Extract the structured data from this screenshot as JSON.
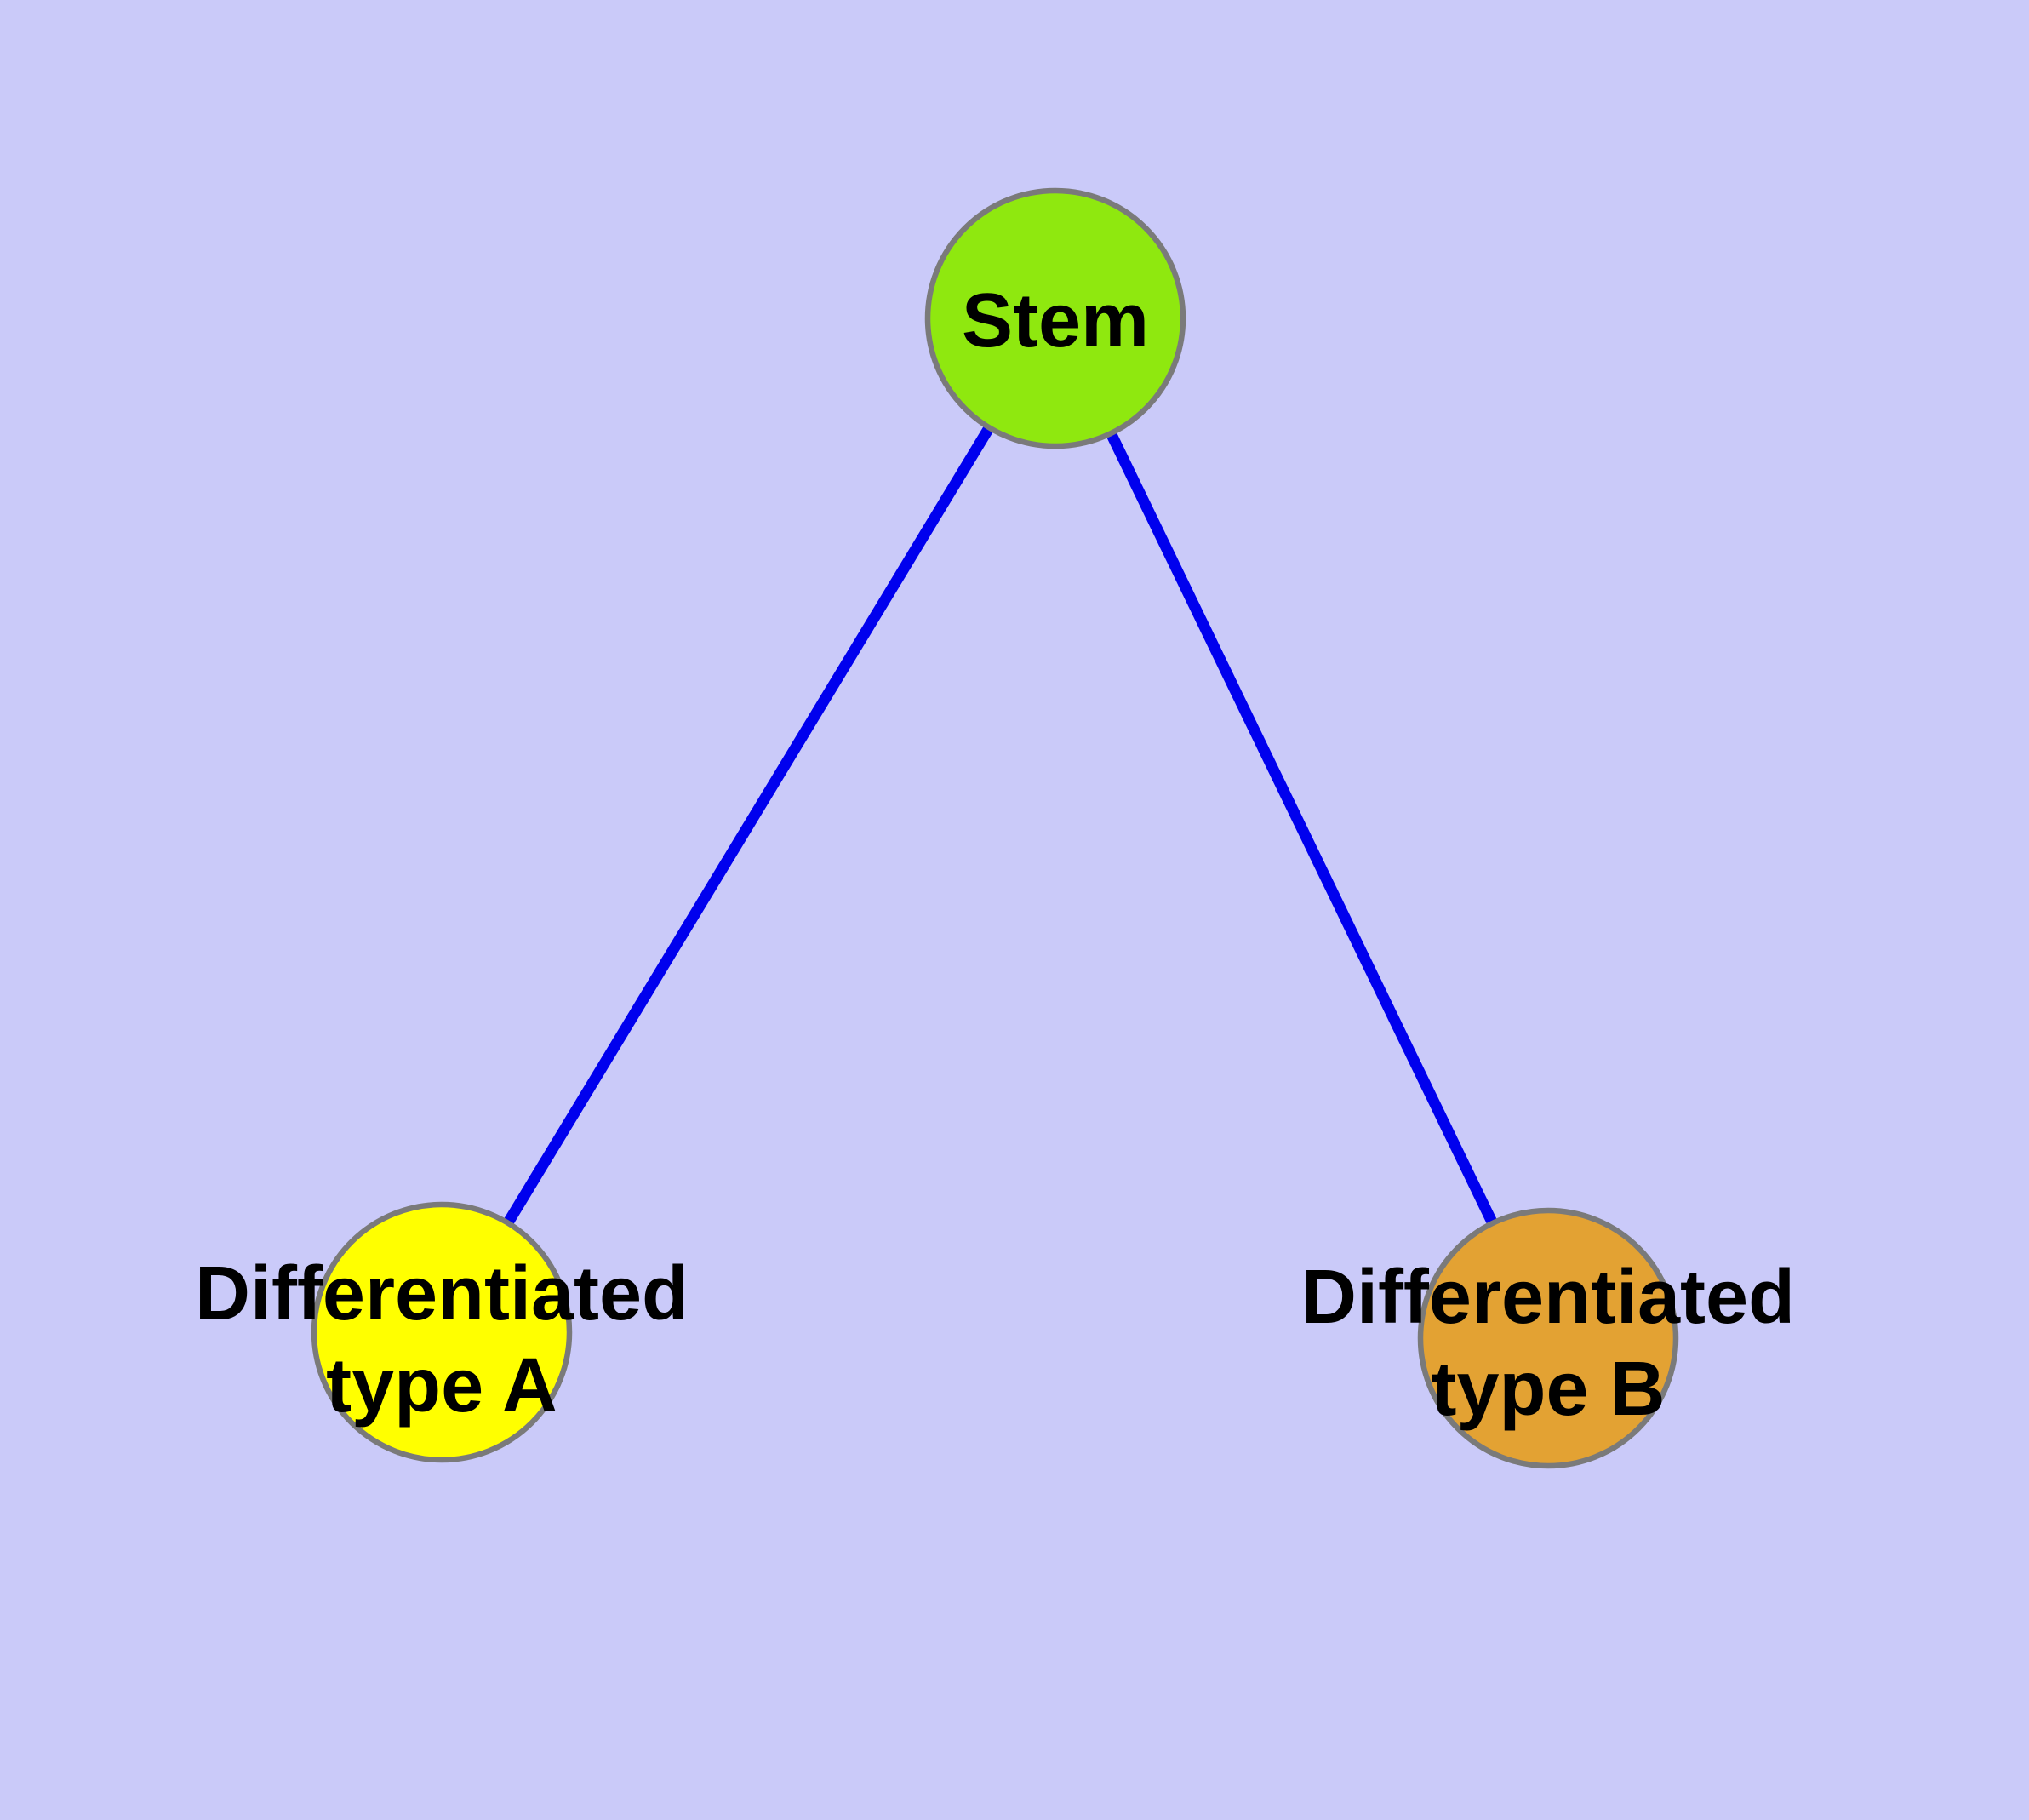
{
  "figure": {
    "type": "network-diagram",
    "description": "Graph of a stem cell node connected to two differentiated cell type nodes",
    "background_color": "#CACAF9",
    "node_border_color": "#7A7A7A",
    "label_color": "#000000",
    "nodes": [
      {
        "id": "stem",
        "label": "Stem",
        "label_line1": "Stem",
        "label_line2": "",
        "color": "#8FE80F"
      },
      {
        "id": "differentiated-type-a",
        "label": "Differentiated type A",
        "label_line1": "Differentiated",
        "label_line2": "type A",
        "color": "#FFFF00"
      },
      {
        "id": "differentiated-type-b",
        "label": "Differentiated type B",
        "label_line1": "Differentiated",
        "label_line2": "type B",
        "color": "#E3A233"
      }
    ],
    "edges": [
      {
        "from": "Stem",
        "to": "Differentiated type A",
        "color": "#0000EE"
      },
      {
        "from": "Stem",
        "to": "Differentiated type B",
        "color": "#0000EE"
      }
    ]
  }
}
